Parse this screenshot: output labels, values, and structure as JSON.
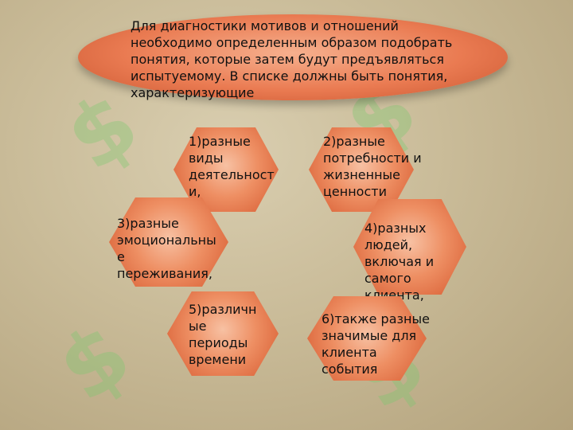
{
  "title": "Для диагностики мотивов и отношений необходимо определенным образом подобрать понятия, которые затем будут предъявляться испытуемому. В списке должны быть понятия, характеризующие",
  "items": [
    "1)разные\nвиды\nдеятельност\nи,",
    "2)разные\nпотребности и\nжизненные\nценности",
    "3)разные\nэмоциональны\nе\nпереживания,",
    "4)разных\nлюдей,\nвключая и\nсамого\nклиента,",
    "5)различн\nые\nпериоды\nвремени",
    "6)также разные\nзначимые для\nклиента\nсобытия"
  ],
  "colors": {
    "background": "#c9bb98",
    "shape_orange": "#ea7b52",
    "watermark": "#78c86e"
  }
}
